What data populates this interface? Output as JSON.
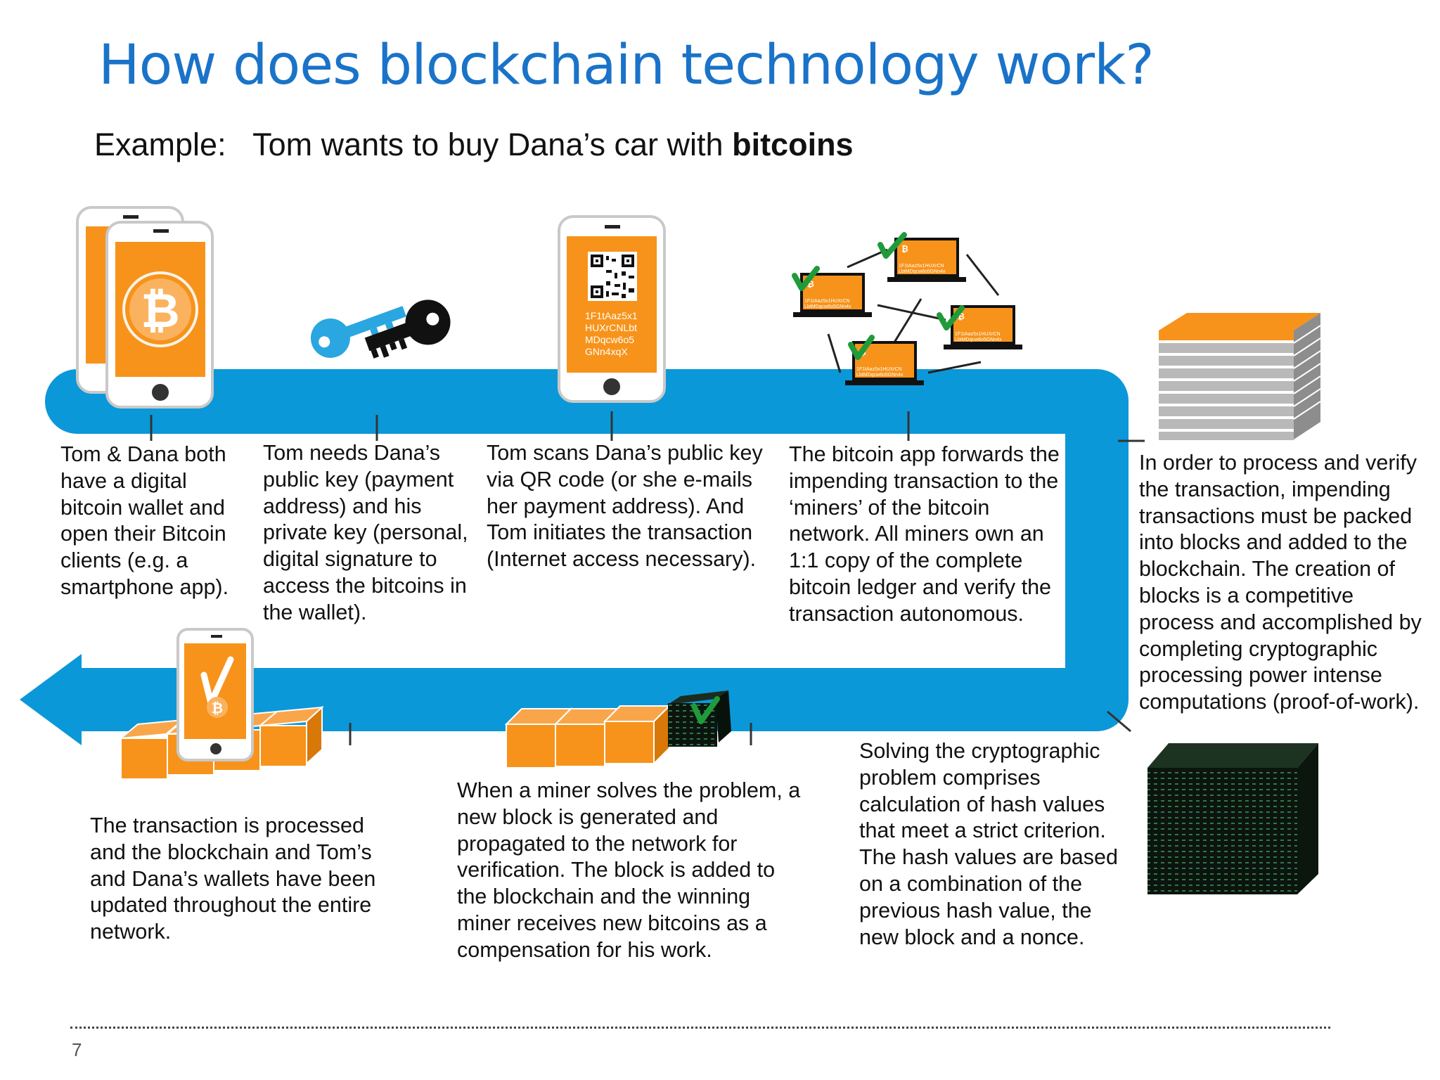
{
  "title": "How does blockchain technology work?",
  "subtitle": {
    "prefix": "Example:",
    "text": "Tom wants to buy Dana’s car with ",
    "emphasis": "bitcoins"
  },
  "steps": [
    {
      "text": "Tom & Dana both have a digital bitcoin wallet and open their Bitcoin clients (e.g. a smartphone app)."
    },
    {
      "text": "Tom needs Dana’s public key (payment address) and his private key (personal, digital signature to access the bitcoins in the wallet)."
    },
    {
      "text": "Tom scans Dana’s public key via QR code (or she e-mails her payment address). And Tom initiates the transaction (Internet access necessary)."
    },
    {
      "text": "The bitcoin app forwards the impending transaction to the ‘miners’ of the bitcoin network. All miners own an 1:1 copy of the complete bitcoin ledger and verify the transaction autonomous."
    },
    {
      "text": "In order to process and verify the transaction, impending transactions must be packed into blocks and added to the blockchain. The creation of blocks is a competitive process and accomplished by completing cryptographic processing power  intense computations (proof-of-work)."
    },
    {
      "text": "Solving the cryptographic problem comprises calculation of hash values that meet a strict criterion. The hash values are based on a combination of the previous hash value, the new block and a nonce."
    },
    {
      "text": "When a miner solves the problem, a new block is generated and propagated to the network for verification. The block is added to the blockchain and the winning miner receives new bitcoins as a compensation for his work."
    },
    {
      "text": "The transaction is processed and the blockchain and Tom’s and Dana’s wallets have been updated throughout the entire network."
    }
  ],
  "phone_address": [
    "1F1tAaz5x1",
    "HUXrCNLbt",
    "MDqcw6o5",
    "GNn4xqX"
  ],
  "laptop_address": [
    "1F1tAaz5x1HUXrCN",
    "LbtMDqcw6o5GNn4x"
  ],
  "page_number": "7",
  "colors": {
    "title": "#1a73c8",
    "flow": "#0b98d8",
    "orange": "#f7931a",
    "check": "#1f9b3a",
    "key_blue": "#2aa6e0"
  },
  "icons": [
    "smartphone-icon",
    "bitcoin-icon",
    "key-icon",
    "qr-code-icon",
    "laptop-icon",
    "checkmark-icon",
    "block-stack-icon",
    "hash-cube-icon",
    "blockchain-icon",
    "arrow-left-icon"
  ]
}
